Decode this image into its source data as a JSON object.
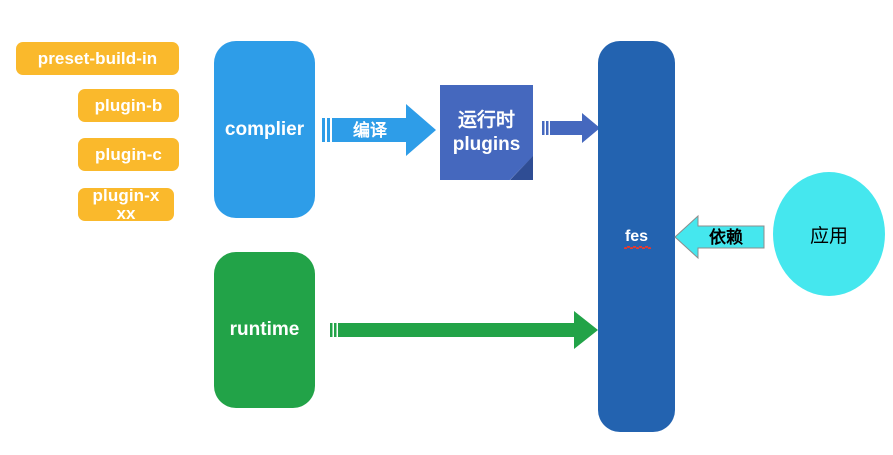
{
  "diagram": {
    "title": "fes architecture diagram",
    "background": "#ffffff",
    "plugins_column": {
      "name": "plugin-chips",
      "color": "#fab92c",
      "text_color": "#ffffff",
      "items": [
        {
          "label": "preset-build-in"
        },
        {
          "label": "plugin-b"
        },
        {
          "label": "plugin-c"
        },
        {
          "label": "plugin-xxx"
        }
      ]
    },
    "nodes": {
      "complier": {
        "label": "complier",
        "color": "#2e9de8",
        "text_color": "#ffffff",
        "shape": "rounded-rect"
      },
      "runtime": {
        "label": "runtime",
        "color": "#22a348",
        "text_color": "#ffffff",
        "shape": "rounded-rect"
      },
      "runtime_plugins": {
        "label_line1": "运行时",
        "label_line2": "plugins",
        "color": "#4568be",
        "fold_color": "#2f4d94",
        "text_color": "#ffffff",
        "shape": "document"
      },
      "fes": {
        "label": "fes",
        "color": "#2363b0",
        "text_color": "#ffffff",
        "shape": "rounded-rect",
        "spellcheck_underline": true,
        "underline_color": "#e8392c"
      },
      "app": {
        "label": "应用",
        "color": "#45e7ee",
        "text_color": "#000000",
        "shape": "ellipse"
      }
    },
    "arrows": [
      {
        "id": "compile",
        "label": "编译",
        "color": "#2e9de8",
        "label_color": "#ffffff",
        "direction": "right",
        "from": "complier",
        "to": "runtime_plugins"
      },
      {
        "id": "plugins-to-fes",
        "label": "",
        "color": "#4568be",
        "direction": "right",
        "from": "runtime_plugins",
        "to": "fes"
      },
      {
        "id": "runtime-to-fes",
        "label": "",
        "color": "#22a348",
        "direction": "right",
        "from": "runtime",
        "to": "fes"
      },
      {
        "id": "depends",
        "label": "依赖",
        "color": "#45e7ee",
        "label_color": "#000000",
        "direction": "left",
        "from": "app",
        "to": "fes"
      }
    ]
  }
}
